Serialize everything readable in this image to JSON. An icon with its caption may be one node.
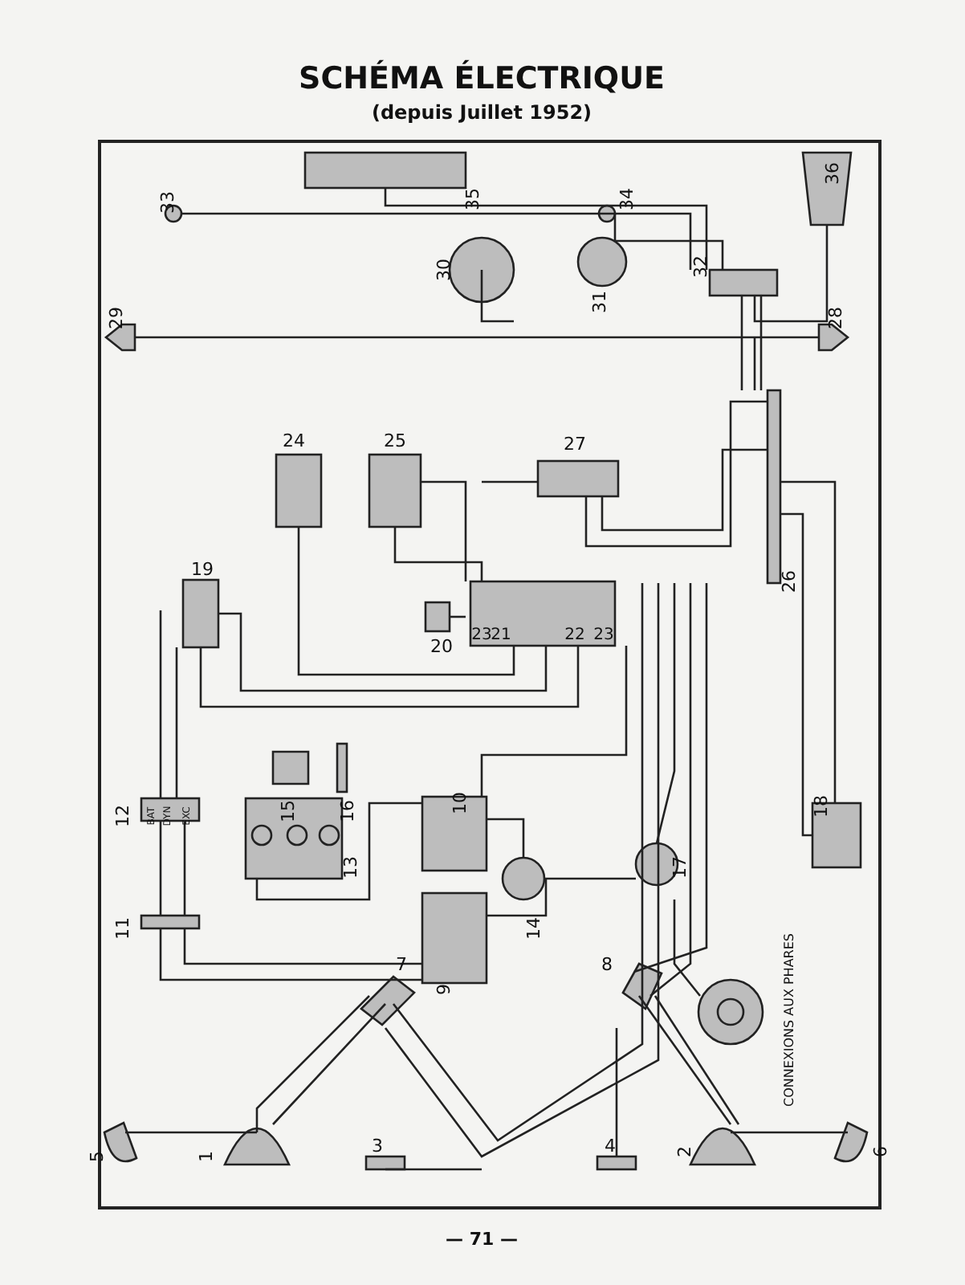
{
  "diagram": {
    "title": "SCHÉMA ÉLECTRIQUE",
    "labels": [
      "(depuis Juillet 1952)",
      "36",
      "33",
      "35",
      "34",
      "30",
      "32",
      "31",
      "29",
      "28",
      "24",
      "25",
      "27",
      "19",
      "26",
      "23",
      "21",
      "22",
      "23",
      "20",
      "12",
      "BAT",
      "DYN",
      "EXC",
      "15",
      "16",
      "10",
      "18",
      "13",
      "17",
      "11",
      "14",
      "7",
      "9",
      "8",
      "CONNEXIONS AUX PHARES",
      "5",
      "1",
      "3",
      "4",
      "2",
      "6",
      "— 71 —"
    ]
  }
}
